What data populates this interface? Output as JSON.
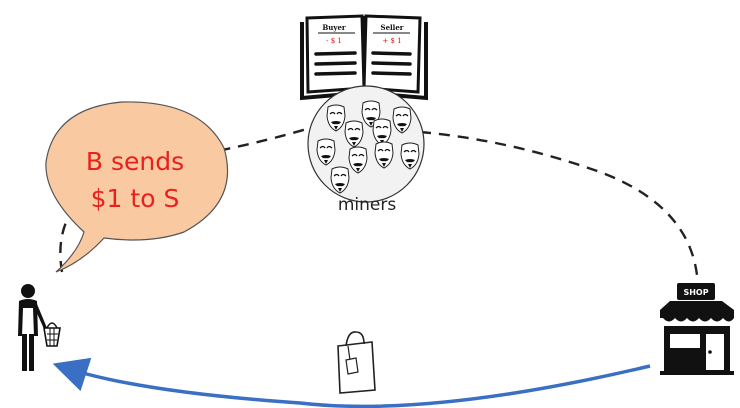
{
  "speech_bubble": {
    "line1": "B sends",
    "line2": "$1 to S",
    "fill_color": "#f9c9a2",
    "text_color": "#e8211c"
  },
  "ledger": {
    "icon": "open-book-icon",
    "buyer_label": "Buyer",
    "seller_label": "Seller",
    "buyer_value": "- $ 1",
    "seller_value": "+ $ 1"
  },
  "miners": {
    "label": "miners",
    "icon": "masked-face-icon",
    "count": 10
  },
  "buyer": {
    "icon": "person-with-basket-icon"
  },
  "shop": {
    "icon": "storefront-icon",
    "sign": "SHOP"
  },
  "goods": {
    "icon": "shopping-bag-icon"
  },
  "colors": {
    "arrow": "#3a6fc4",
    "dashed_path": "#222222"
  }
}
